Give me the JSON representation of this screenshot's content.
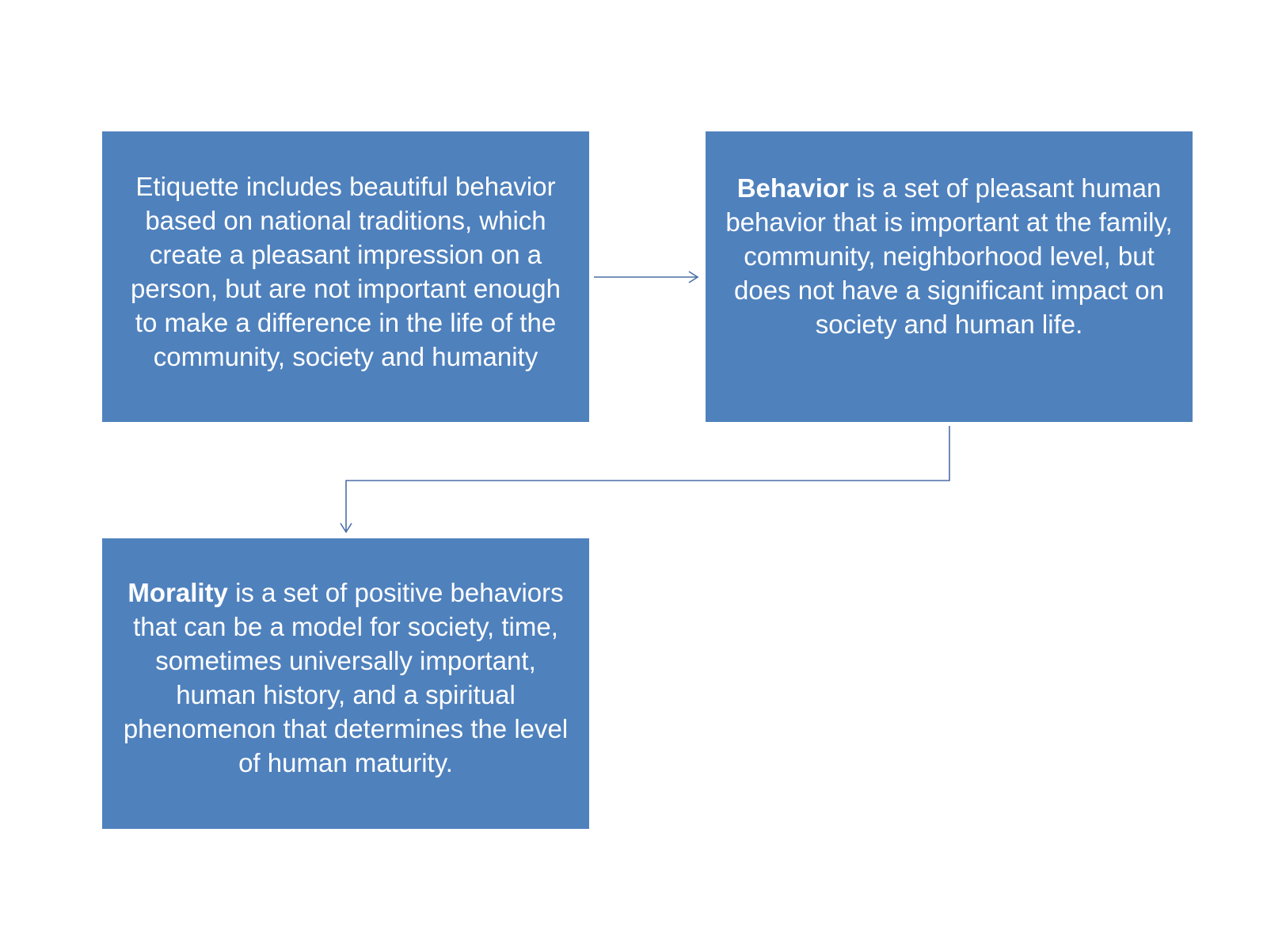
{
  "nodes": {
    "etiquette": {
      "text": "Etiquette includes beautiful behavior based on national traditions, which create a pleasant impression on a person, but are not important enough to make a difference in the life of the community, society and humanity"
    },
    "behavior": {
      "term": "Behavior",
      "text": " is a set of pleasant human behavior that is important at the family, community, neighborhood level, but does not have a significant impact on society and human life."
    },
    "morality": {
      "term": "Morality",
      "text": " is a set of positive behaviors that can be a model for society, time, sometimes universally important, human history, and a spiritual phenomenon that determines the level of human maturity."
    }
  },
  "edges": [
    {
      "from": "etiquette",
      "to": "behavior"
    },
    {
      "from": "behavior",
      "to": "morality"
    }
  ],
  "colors": {
    "box_fill": "#4f81bd",
    "box_text": "#ffffff",
    "connector": "#4a6fa5"
  }
}
